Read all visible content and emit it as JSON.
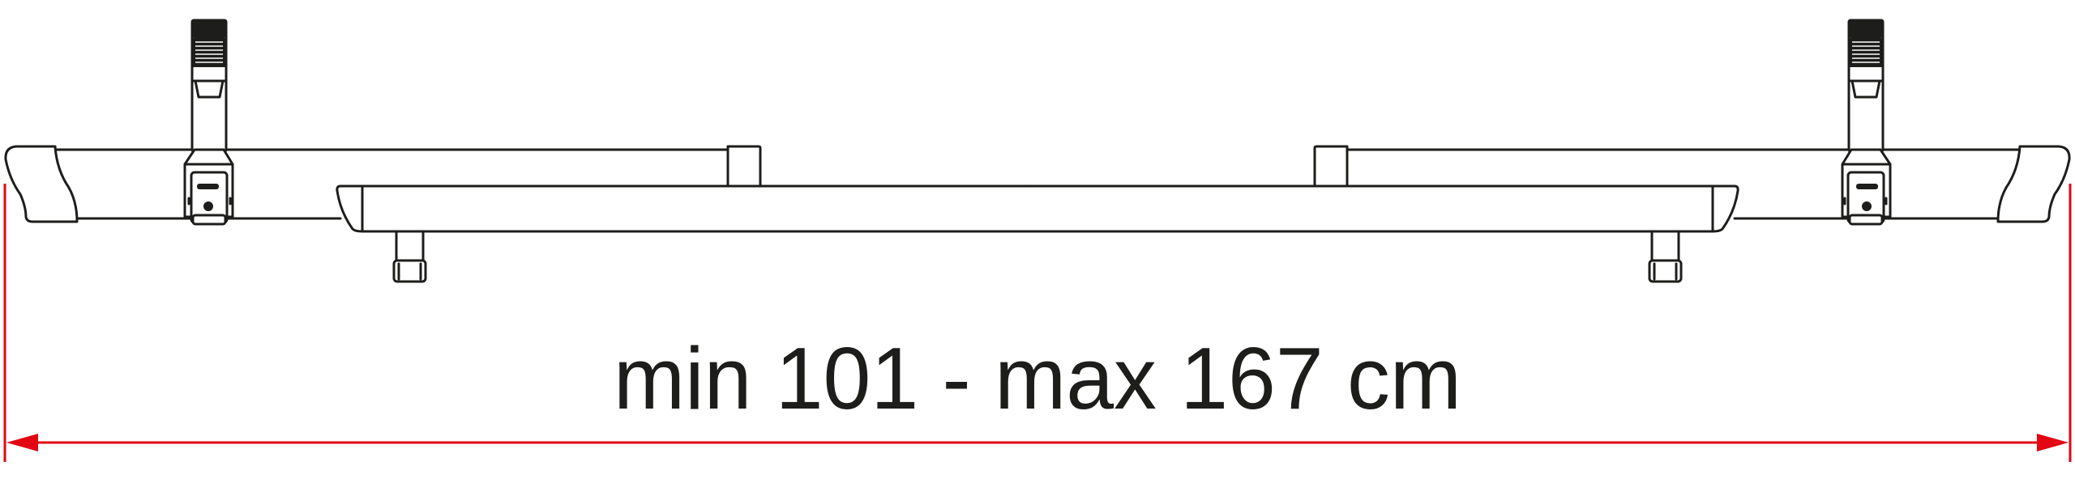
{
  "dimension": {
    "label": "min 101 - max 167 cm",
    "min_cm": 101,
    "max_cm": 167
  },
  "colors": {
    "line": "#1d1d1b",
    "dimension": "#e30613"
  }
}
